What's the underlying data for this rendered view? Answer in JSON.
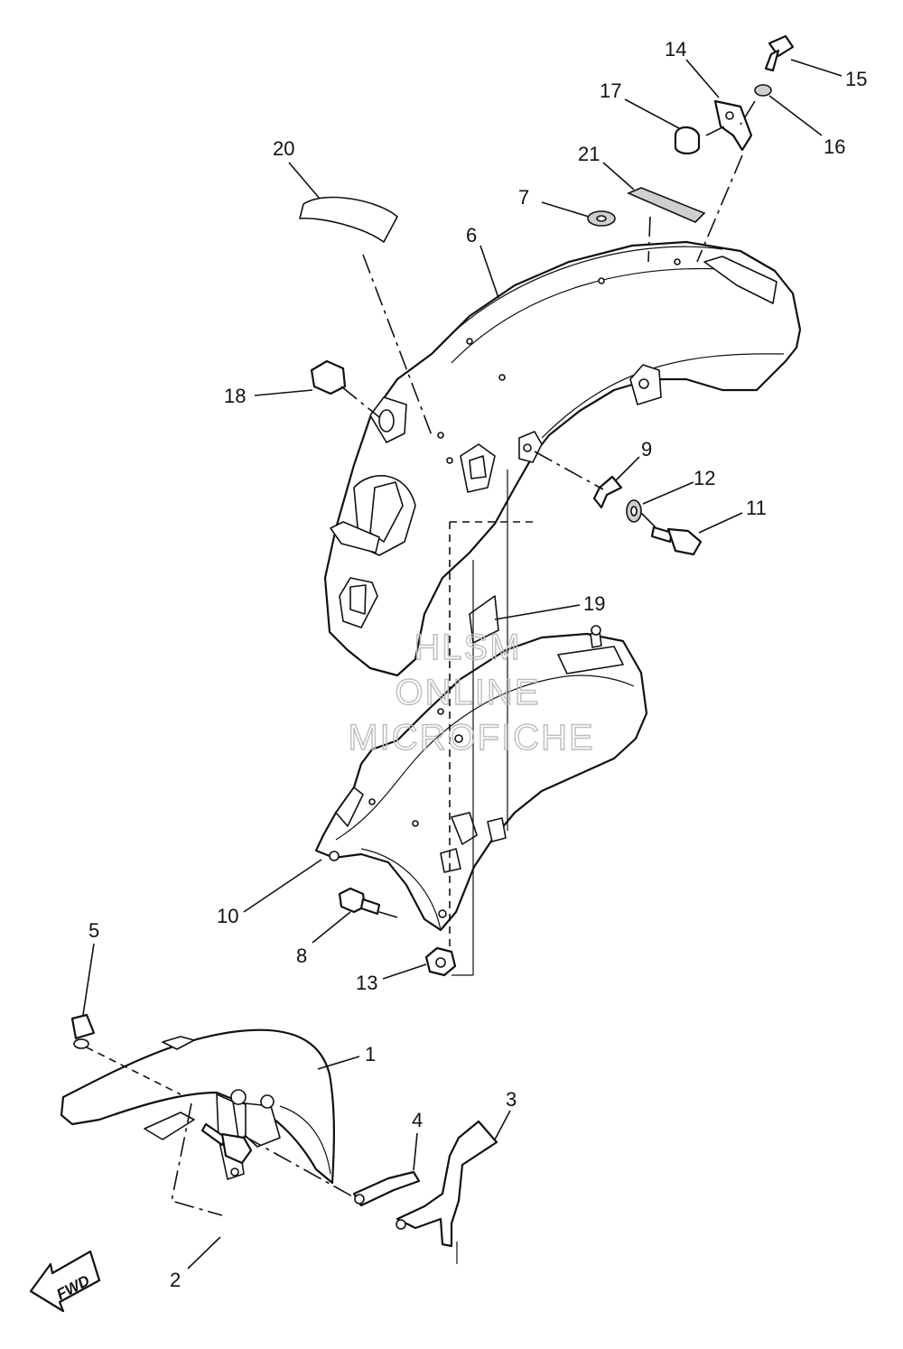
{
  "diagram": {
    "callouts": [
      "1",
      "2",
      "3",
      "4",
      "5",
      "6",
      "7",
      "8",
      "9",
      "10",
      "11",
      "12",
      "13",
      "14",
      "15",
      "16",
      "17",
      "18",
      "19",
      "20",
      "21"
    ],
    "direction_label": "FWD",
    "watermark": [
      "HLSM",
      "ONLINE",
      "MICROFICHE"
    ]
  }
}
